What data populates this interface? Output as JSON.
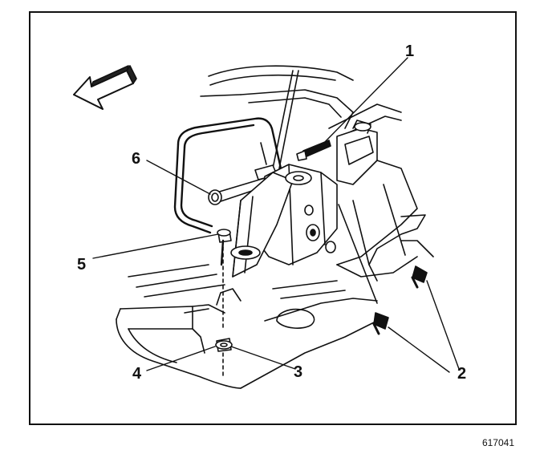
{
  "callouts": {
    "c1": "1",
    "c2": "2",
    "c3": "3",
    "c4": "4",
    "c5": "5",
    "c6": "6"
  },
  "figure_id": "617041",
  "icons": {
    "direction": "forward-arrow-icon"
  }
}
